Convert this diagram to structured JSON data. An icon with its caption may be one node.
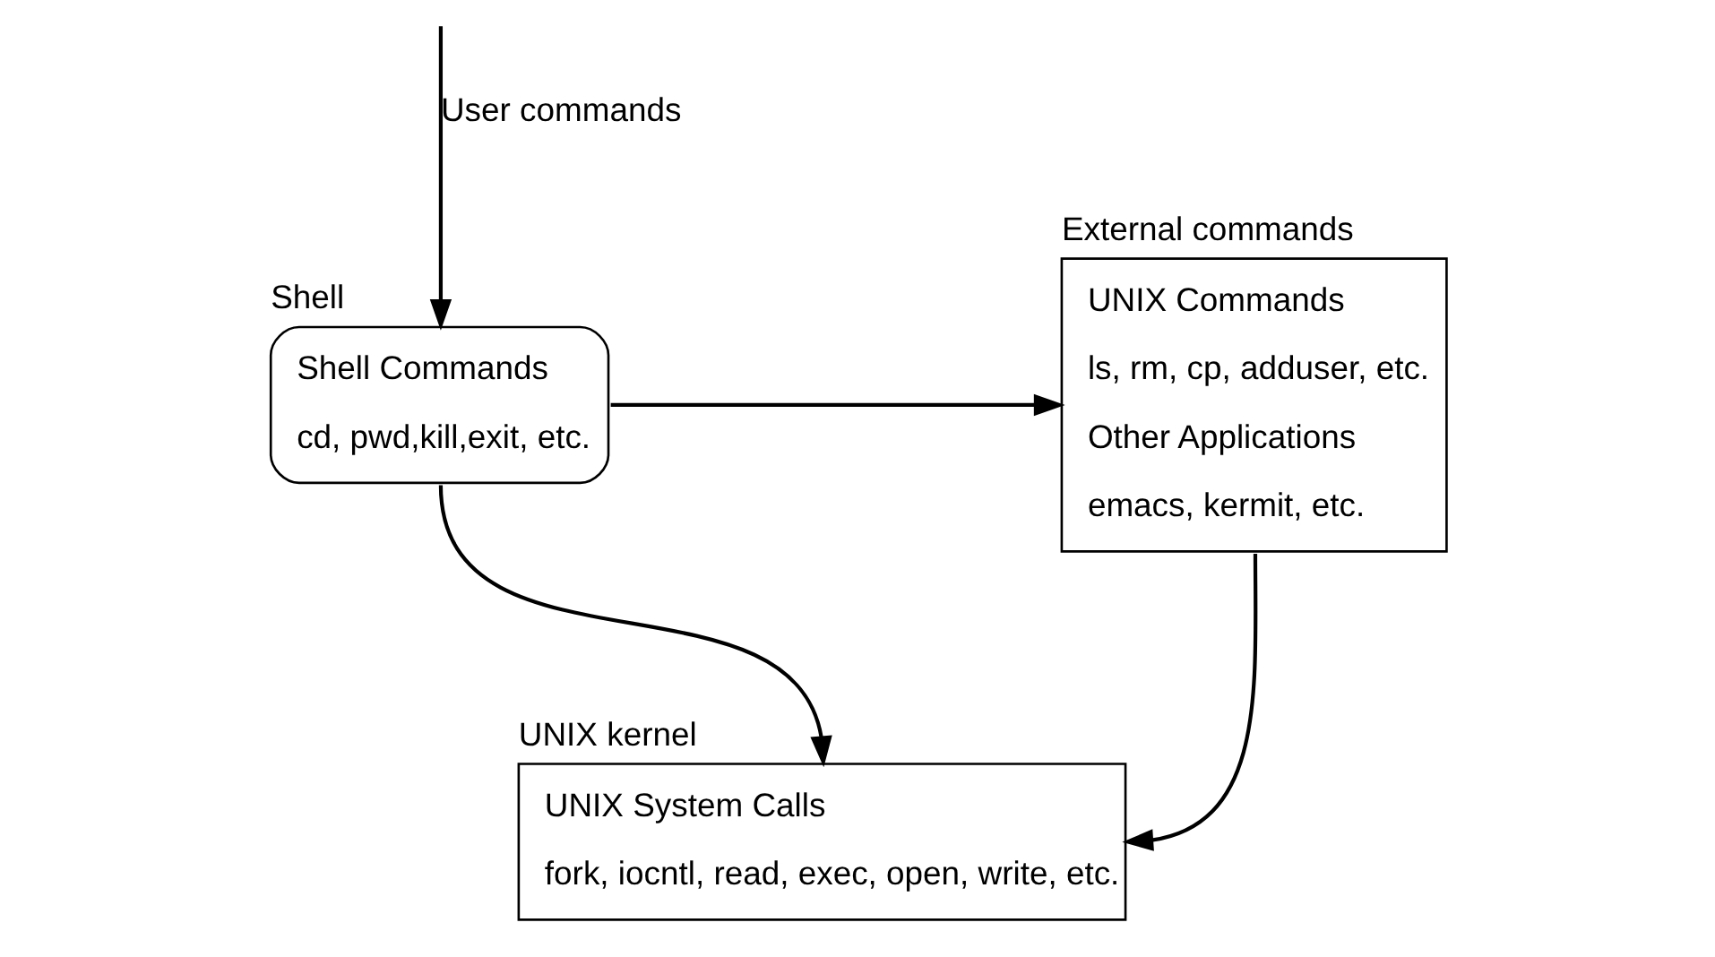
{
  "diagram": {
    "nodes": [
      {
        "text": [
          "Shell",
          "Shell Commands",
          "cd, pwd,kill,exit, etc."
        ]
      },
      {
        "text": [
          "External commands",
          "UNIX Commands",
          "ls, rm, cp, adduser, etc.",
          "Other Applications",
          "emacs, kermit, etc."
        ]
      },
      {
        "text": [
          "UNIX kernel",
          "UNIX System Calls",
          "fork, iocntl, read, exec, open, write, etc."
        ]
      }
    ],
    "edges": [
      {
        "from": null,
        "to": 0,
        "arrow": "to",
        "label": "User commands"
      },
      {
        "from": 0,
        "to": 1,
        "arrow": "to"
      },
      {
        "from": 0,
        "to": 2,
        "arrow": "to"
      },
      {
        "from": 1,
        "to": 2,
        "arrow": "to"
      }
    ]
  }
}
